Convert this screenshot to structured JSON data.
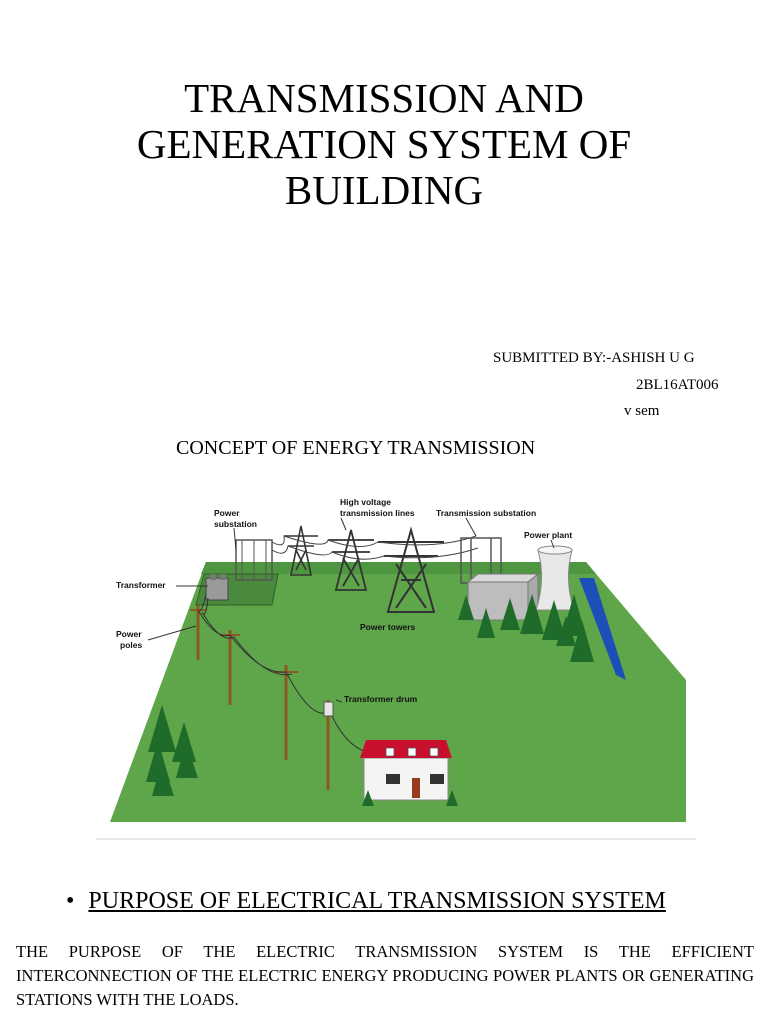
{
  "title": {
    "line1": "TRANSMISSION AND",
    "line2": "GENERATION SYSTEM OF",
    "line3": "BUILDING"
  },
  "submitted": {
    "by": "SUBMITTED BY:-ASHISH U G",
    "usn": "2BL16AT006",
    "sem": "v sem"
  },
  "concept_heading": "CONCEPT OF ENERGY TRANSMISSION",
  "diagram": {
    "labels": {
      "power_substation_1": "Power",
      "power_substation_2": "substation",
      "hv_lines_1": "High voltage",
      "hv_lines_2": "transmission lines",
      "transmission_substation": "Transmission substation",
      "power_plant": "Power plant",
      "transformer": "Transformer",
      "power_poles_1": "Power",
      "power_poles_2": "poles",
      "power_towers": "Power towers",
      "transformer_drum": "Transformer drum"
    },
    "colors": {
      "grass": "#5fa64a",
      "grass_dark": "#3f8a35",
      "water": "#1c4fb8",
      "tree": "#1f6b2a",
      "roof": "#c8102e",
      "building": "#cfcfcf"
    }
  },
  "bullet": {
    "symbol": "•",
    "text": "PURPOSE OF ELECTRICAL TRANSMISSION SYSTEM"
  },
  "paragraph": "THE PURPOSE OF THE ELECTRIC TRANSMISSION SYSTEM IS THE EFFICIENT INTERCONNECTION OF THE ELECTRIC ENERGY PRODUCING POWER PLANTS OR GENERATING STATIONS WITH THE LOADS."
}
